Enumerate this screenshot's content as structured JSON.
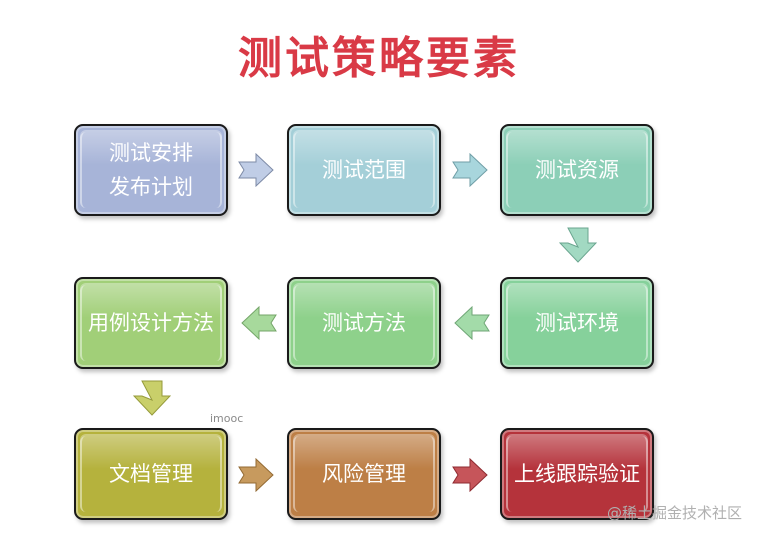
{
  "title": "测试策略要素",
  "boxes": [
    {
      "label": "测试安排\n发布计划",
      "color": "#a7b4d8"
    },
    {
      "label": "测试范围",
      "color": "#a4cfd8"
    },
    {
      "label": "测试资源",
      "color": "#8ccfb7"
    },
    {
      "label": "测试环境",
      "color": "#86d19b"
    },
    {
      "label": "测试方法",
      "color": "#8ed18b"
    },
    {
      "label": "用例设计方法",
      "color": "#a1cf78"
    },
    {
      "label": "文档管理",
      "color": "#b5b23d"
    },
    {
      "label": "风险管理",
      "color": "#bd7f46"
    },
    {
      "label": "上线跟踪验证",
      "color": "#b5333b"
    }
  ],
  "watermark": "imooc",
  "corner_text": "@稀土掘金技术社区"
}
